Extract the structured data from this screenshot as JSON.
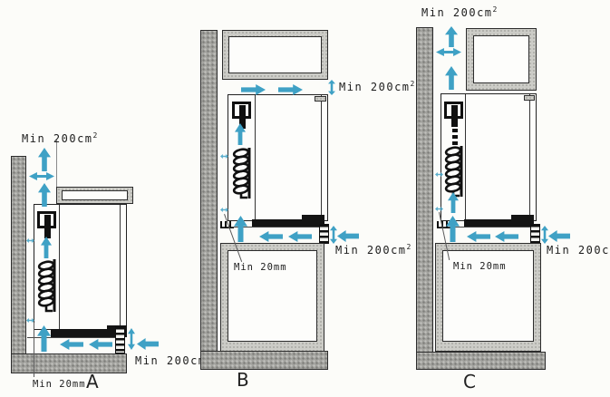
{
  "colors": {
    "arrow": "#3fa1c5",
    "wall": "#a2a29e",
    "cabinet": "#ccccc7",
    "outline": "#1f1f1f",
    "background": "#fcfcf9",
    "text": "#1c1c1c"
  },
  "icons": {
    "airflow-up-arrow": "↑",
    "airflow-left-arrow": "←",
    "airflow-right-arrow": "→",
    "gap-width-double-arrow": "↔",
    "vent-height-double-arrow": "↕",
    "condenser-coil": "spring-coil-shape",
    "compressor-pipe": "rect-with-stem-shape",
    "vent-grille": "striped-slot-shape",
    "wall-section": "stippled-fill"
  },
  "annotations": {
    "min_vent_area": "Min 200cm",
    "min_vent_area_sup": "2",
    "min_rear_gap": "Min 20mm"
  },
  "diagrams": [
    {
      "label": "A"
    },
    {
      "label": "B"
    },
    {
      "label": "C"
    }
  ]
}
